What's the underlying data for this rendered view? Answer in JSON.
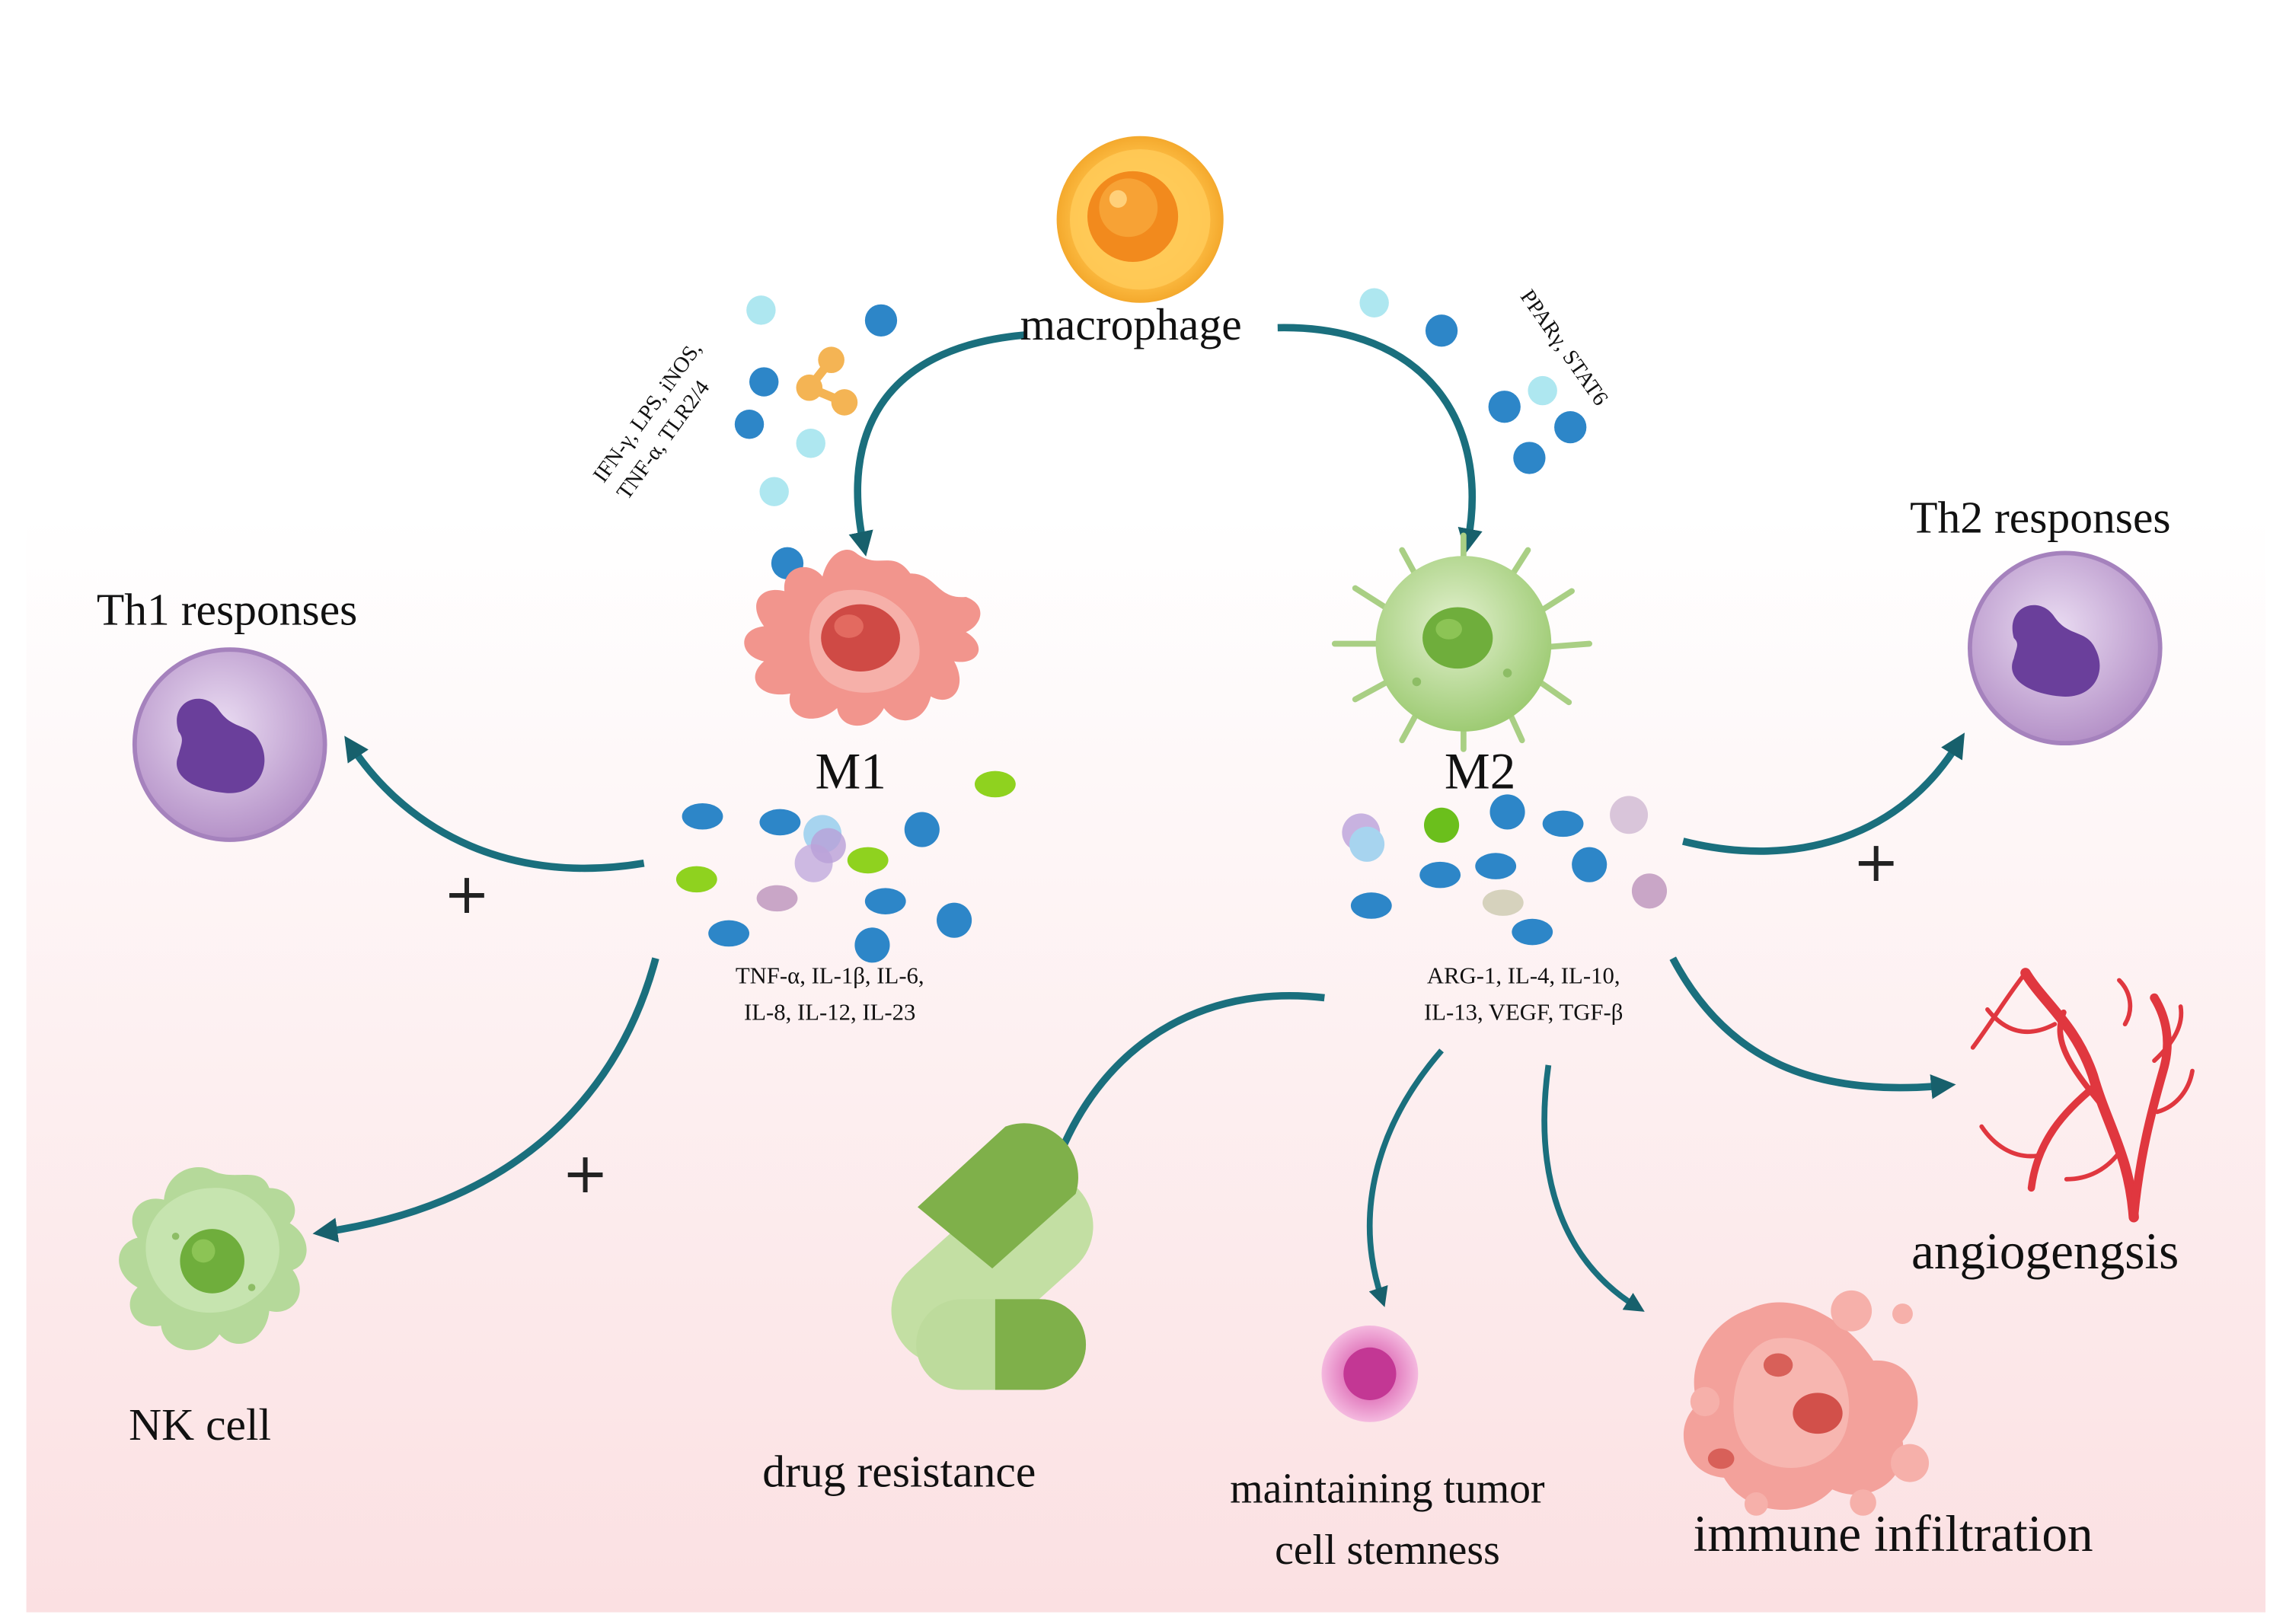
{
  "source": {
    "label": "macrophage",
    "inducers_m1": [
      "IFN-γ, LPS, iNOS,",
      "TNF-α, TLR2/4"
    ],
    "inducers_m2": "PPARγ, STAT6"
  },
  "m1": {
    "label": "M1",
    "secreted": [
      "TNF-α, IL-1β, IL-6,",
      "IL-8, IL-12, IL-23"
    ]
  },
  "m2": {
    "label": "M2",
    "secreted": [
      "ARG-1, IL-4, IL-10,",
      "IL-13, VEGF, TGF-β"
    ]
  },
  "effects": {
    "th1": "Th1 responses",
    "th2": "Th2 responses",
    "nk": "NK cell",
    "drug": "drug resistance",
    "stemness": [
      "maintaining tumor",
      "cell stemness"
    ],
    "immune": "immune infiltration",
    "angio": "angiogengsis"
  },
  "signs": {
    "th1": "+",
    "nk": "+",
    "th2": "+"
  },
  "colors": {
    "background_top": "#ffffff",
    "background_bottom": "#fbe1e3",
    "arrow": "#1a6f7d",
    "arrow_head": "#17606c",
    "m1_cell": "#f2958d",
    "m2_cell": "#a9cf84",
    "t_cell": "#b994cc",
    "vessel": "#e0373f",
    "molecule_blue": "#2d86c8",
    "molecule_light": "#aee7f0",
    "molecule_green": "#8fd21f"
  },
  "icons": [
    "macrophage-cell-icon",
    "m1-macrophage-icon",
    "m2-macrophage-icon",
    "th1-cell-icon",
    "th2-cell-icon",
    "nk-cell-icon",
    "capsule-icon",
    "stem-cell-icon",
    "tumor-cell-cluster-icon",
    "blood-vessel-icon"
  ]
}
